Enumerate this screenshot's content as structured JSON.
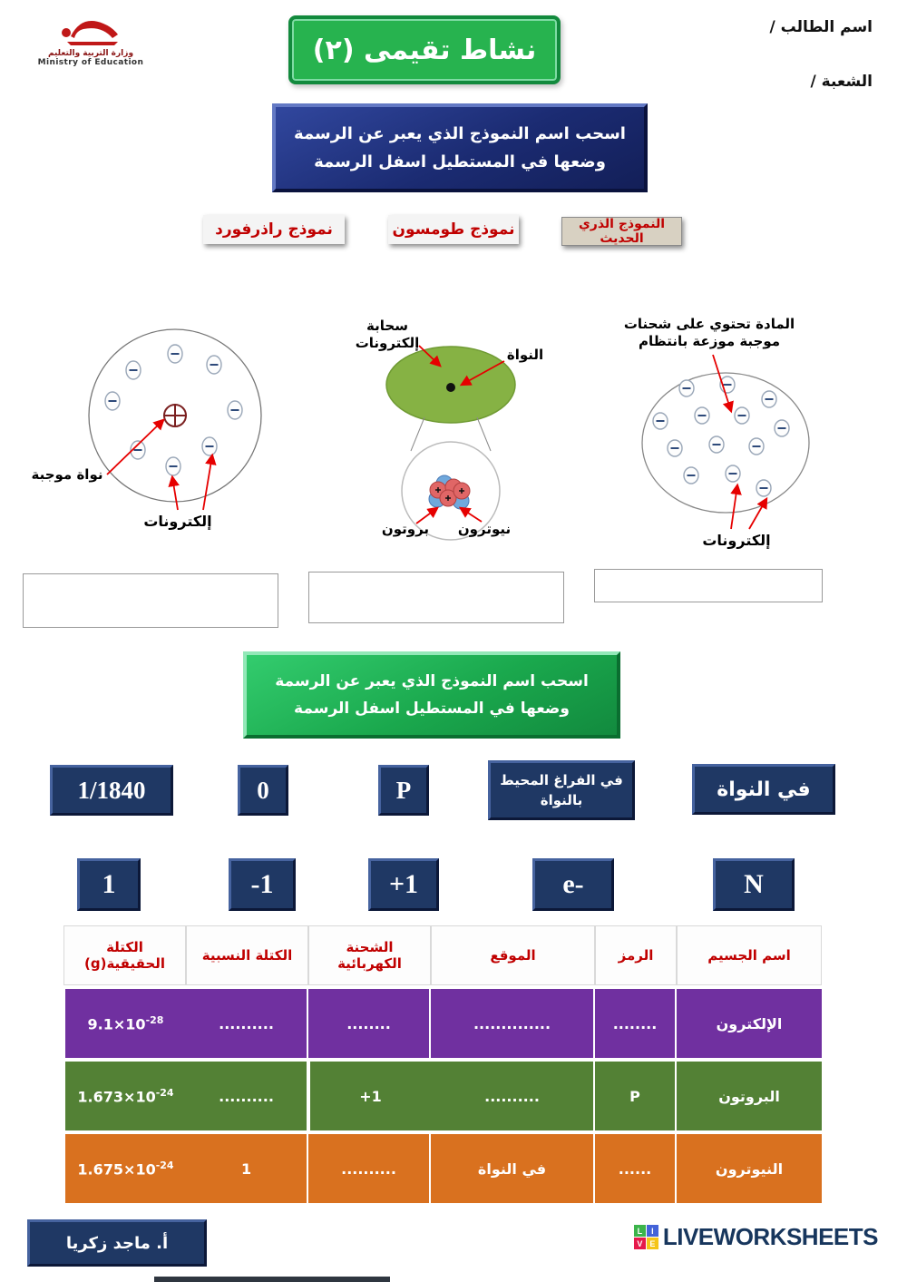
{
  "header": {
    "student_label": "اسم الطالب /",
    "section_label": "الشعبة /",
    "title": "نشاط تقيمى (٢)",
    "ministry_ar": "وزارة التربية والتعليم",
    "ministry_en": "Ministry of Education"
  },
  "instruction_blue": {
    "line1": "اسحب اسم النموذج الذي يعبر عن الرسمة",
    "line2": "وضعها في المستطيل اسفل الرسمة"
  },
  "instruction_green": {
    "line1": "اسحب اسم النموذج الذي يعبر عن الرسمة",
    "line2": "وضعها في المستطيل اسفل الرسمة"
  },
  "model_tiles": [
    {
      "label": "نموذج راذرفورد"
    },
    {
      "label": "نموذج طومسون"
    },
    {
      "label": "النموذج الذري الحديث"
    }
  ],
  "diagrams": {
    "left": {
      "nucleus_label": "نواة موجبة",
      "electrons_label": "إلكترونات"
    },
    "middle": {
      "cloud_line1": "سحابة",
      "cloud_line2": "إلكترونات",
      "nucleus_label": "النواة",
      "proton_label": "بروتون",
      "neutron_label": "نيوترون"
    },
    "right": {
      "matter_line1": "المادة تحتوي على شحنات",
      "matter_line2": "موجبة موزعة بانتظام",
      "electrons_label": "إلكترونات"
    }
  },
  "answer_tiles": {
    "row1": [
      "1/1840",
      "0",
      "P",
      "في الفراغ المحيط بالنواة",
      "في النواة"
    ],
    "row2": [
      "1",
      "-1",
      "+1",
      "e-",
      "N"
    ]
  },
  "table": {
    "headers": [
      "اسم الجسيم",
      "الرمز",
      "الموقع",
      "الشحنة الكهربائية",
      "الكتلة النسبية",
      "الكتلة الحقيقية(g)"
    ],
    "rows": [
      {
        "name": "الإلكترون",
        "symbol": "........",
        "location": "..............",
        "charge": "........",
        "relative_mass": "..........",
        "mass_base": "9.1×10",
        "mass_exp": "-28",
        "color": "#7030a0"
      },
      {
        "name": "البروتون",
        "symbol": "P",
        "location": "..........",
        "charge": "+1",
        "relative_mass": "..........",
        "mass_base": "1.673×10",
        "mass_exp": "-24",
        "color": "#538135"
      },
      {
        "name": "النيوترون",
        "symbol": "......",
        "location": "في النواة",
        "charge": "..........",
        "relative_mass": "1",
        "mass_base": "1.675×10",
        "mass_exp": "-24",
        "color": "#d9711f"
      }
    ]
  },
  "footer": {
    "teacher": "أ.  ماجد زكريا",
    "brand": "LIVEWORKSHEETS",
    "brand_letters": [
      "L",
      "I",
      "V",
      "E"
    ]
  },
  "colors": {
    "navy": "#1f3864",
    "title_green": "#27b34f",
    "header_red": "#c00000",
    "row_purple": "#7030a0",
    "row_green": "#538135",
    "row_orange": "#d9711f",
    "brand_l": "#3cb44b",
    "brand_i": "#4363d8",
    "brand_v": "#e6194b",
    "brand_e": "#f5c518"
  }
}
